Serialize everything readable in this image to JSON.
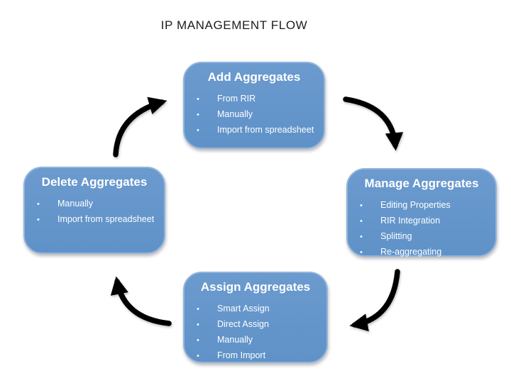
{
  "title": "IP MANAGEMENT FLOW",
  "bullet_glyph": "•",
  "colors": {
    "background": "#ffffff",
    "box_fill": "#6093c9",
    "box_border": "#93b4db",
    "box_text": "#ffffff",
    "title_text": "#1c1c1c",
    "arrow": "#000000"
  },
  "boxes": [
    {
      "id": "add-aggregates",
      "title": "Add Aggregates",
      "items": [
        "From RIR",
        "Manually",
        "Import from spreadsheet"
      ]
    },
    {
      "id": "manage-aggregates",
      "title": "Manage Aggregates",
      "items": [
        "Editing Properties",
        "RIR Integration",
        "Splitting",
        "Re-aggregating"
      ]
    },
    {
      "id": "assign-aggregates",
      "title": "Assign Aggregates",
      "items": [
        "Smart Assign",
        "Direct Assign",
        "Manually",
        "From Import"
      ]
    },
    {
      "id": "delete-aggregates",
      "title": "Delete Aggregates",
      "items": [
        "Manually",
        "Import from spreadsheet"
      ]
    }
  ],
  "arrows": [
    {
      "name": "delete-to-add",
      "from": "Delete Aggregates",
      "to": "Add Aggregates"
    },
    {
      "name": "add-to-manage",
      "from": "Add Aggregates",
      "to": "Manage Aggregates"
    },
    {
      "name": "manage-to-assign",
      "from": "Manage Aggregates",
      "to": "Assign Aggregates"
    },
    {
      "name": "assign-to-delete",
      "from": "Assign Aggregates",
      "to": "Delete Aggregates"
    }
  ]
}
